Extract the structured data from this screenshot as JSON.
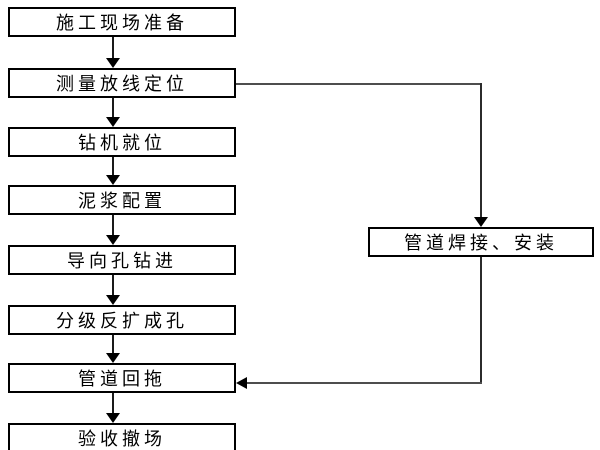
{
  "diagram": {
    "title": "HDD pipeline construction process flowchart",
    "main_flow": [
      {
        "label": "施工现场准备"
      },
      {
        "label": "测量放线定位"
      },
      {
        "label": "钻机就位"
      },
      {
        "label": "泥浆配置"
      },
      {
        "label": "导向孔钻进"
      },
      {
        "label": "分级反扩成孔"
      },
      {
        "label": "管道回拖"
      },
      {
        "label": "验收撤场"
      }
    ],
    "side_node": {
      "label": "管道焊接、安装"
    },
    "connections": [
      "施工现场准备 → 测量放线定位",
      "测量放线定位 → 钻机就位",
      "钻机就位 → 泥浆配置",
      "泥浆配置 → 导向孔钻进",
      "导向孔钻进 → 分级反扩成孔",
      "分级反扩成孔 → 管道回拖",
      "管道回拖 → 验收撤场",
      "测量放线定位 → 管道焊接、安装",
      "管道焊接、安装 → 管道回拖"
    ],
    "colors": {
      "background": "#ffffff",
      "box_border": "#000000",
      "box_fill": "#ffffff",
      "text": "#000000",
      "connector_line": "#4d4d4d",
      "arrowhead": "#000000"
    }
  }
}
